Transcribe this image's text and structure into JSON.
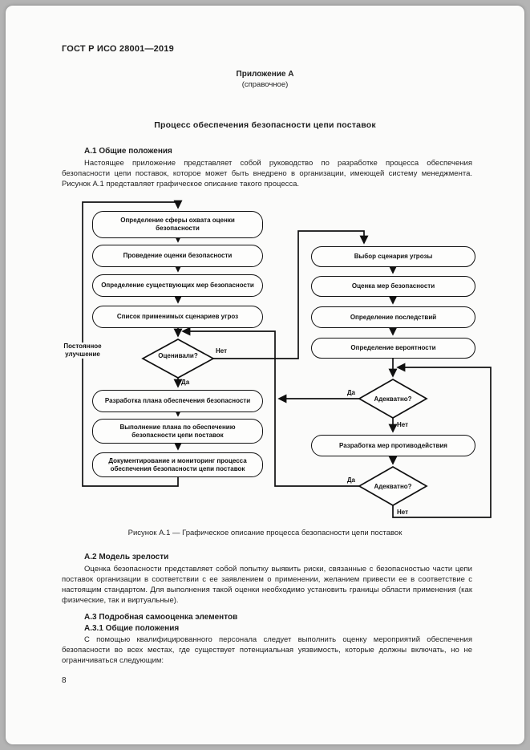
{
  "doc": {
    "header": "ГОСТ Р ИСО 28001—2019",
    "annex_label": "Приложение А",
    "annex_type": "(справочное)",
    "title": "Процесс обеспечения безопасности цепи поставок",
    "page_number": "8"
  },
  "sections": {
    "a1_heading": "А.1 Общие положения",
    "a1_body": "Настоящее приложение представляет собой руководство по разработке процесса обеспечения безопасности цепи поставок, которое может быть внедрено в организации, имеющей систему менеджмента. Рисунок А.1 представляет графическое описание такого процесса.",
    "a2_heading": "А.2 Модель зрелости",
    "a2_body": "Оценка безопасности представляет собой попытку выявить риски, связанные с безопасностью части цепи поставок организации в соответствии с ее заявлением о применении, желанием привести ее в соответствие с настоящим стандартом. Для выполнения такой оценки необходимо установить границы области применения (как физические, так и виртуальные).",
    "a3_heading": "А.3 Подробная самооценка элементов",
    "a31_heading": "А.3.1 Общие положения",
    "a31_body": "С помощью квалифицированного персонала следует выполнить оценку мероприятий обеспечения безопасности во всех местах, где существует потенциальная уязвимость, которые должны включать, но не ограничиваться следующим:"
  },
  "figure": {
    "caption": "Рисунок А.1 — Графическое описание процесса безопасности цепи поставок",
    "loop_label": "Постоянное улучшение",
    "yes": "Да",
    "no": "Нет",
    "left": {
      "scope": "Определение сферы охвата оценки безопасности",
      "assess": "Проведение оценки безопасности",
      "existing": "Определение существующих мер безопасности",
      "list": "Список применимых сценариев угроз",
      "evaluated": "Оценивали?",
      "plan": "Разработка плана обеспечения безопасности",
      "execute": "Выполнение плана по обеспечению безопасности цепи поставок",
      "document": "Документирование и мониторинг процесса обеспечения безопасности цепи поставок"
    },
    "right": {
      "select": "Выбор сценария угрозы",
      "evaluate": "Оценка мер безопасности",
      "consequences": "Определение последствий",
      "likelihood": "Определение вероятности",
      "adequate1": "Адекватно?",
      "countermeasures": "Разработка мер противодействия",
      "adequate2": "Адекватно?"
    }
  }
}
